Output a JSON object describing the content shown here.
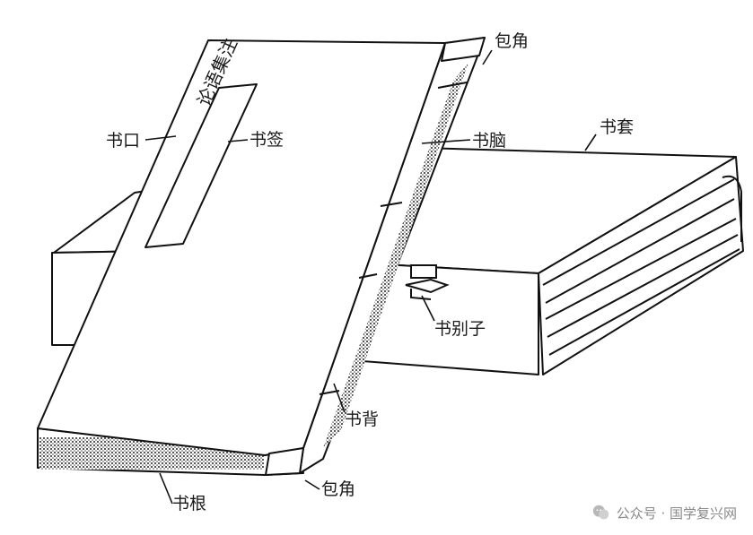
{
  "diagram": {
    "labels": {
      "baojiao_top": "包角",
      "baojiao_bottom": "包角",
      "shukou": "书口",
      "shuqian": "书签",
      "shunao": "书脑",
      "shutao": "书套",
      "shubiezi": "书别子",
      "shubei": "书背",
      "shugen": "书根"
    },
    "title_slip": "论语集注"
  },
  "watermark": {
    "text": "公众号 · 国学复兴网",
    "icon": "wechat-icon"
  }
}
